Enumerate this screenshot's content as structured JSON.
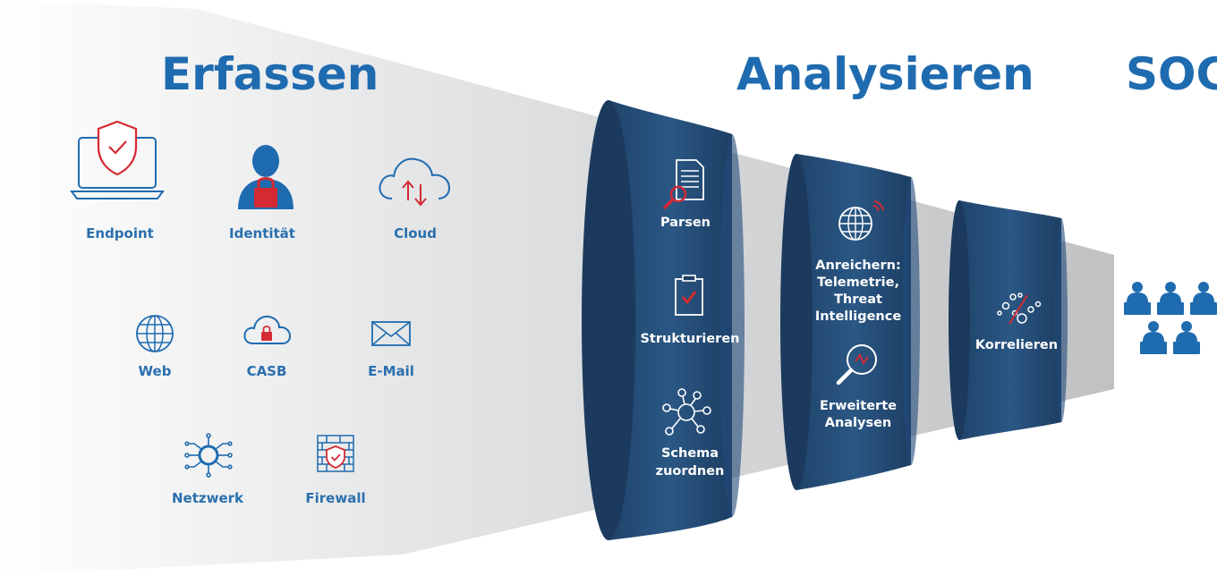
{
  "headings": {
    "collect": "Erfassen",
    "analyze": "Analysieren",
    "soc": "SOC"
  },
  "sources": {
    "endpoint": "Endpoint",
    "identity": "Identität",
    "cloud": "Cloud",
    "web": "Web",
    "casb": "CASB",
    "email": "E-Mail",
    "network": "Netzwerk",
    "firewall": "Firewall"
  },
  "stages": {
    "parse": "Parsen",
    "structure": "Strukturieren",
    "schema_line1": "Schema",
    "schema_line2": "zuordnen",
    "enrich_line1": "Anreichern:",
    "enrich_line2": "Telemetrie,",
    "enrich_line3": "Threat",
    "enrich_line4": "Intelligence",
    "advanced_line1": "Erweiterte",
    "advanced_line2": "Analysen",
    "correlate": "Korrelieren"
  },
  "colors": {
    "brand_blue": "#1f6bb0",
    "accent_red": "#d42a33",
    "cylinder_navy": "#1d3e63",
    "cone_grey": "#c4c6c8"
  }
}
